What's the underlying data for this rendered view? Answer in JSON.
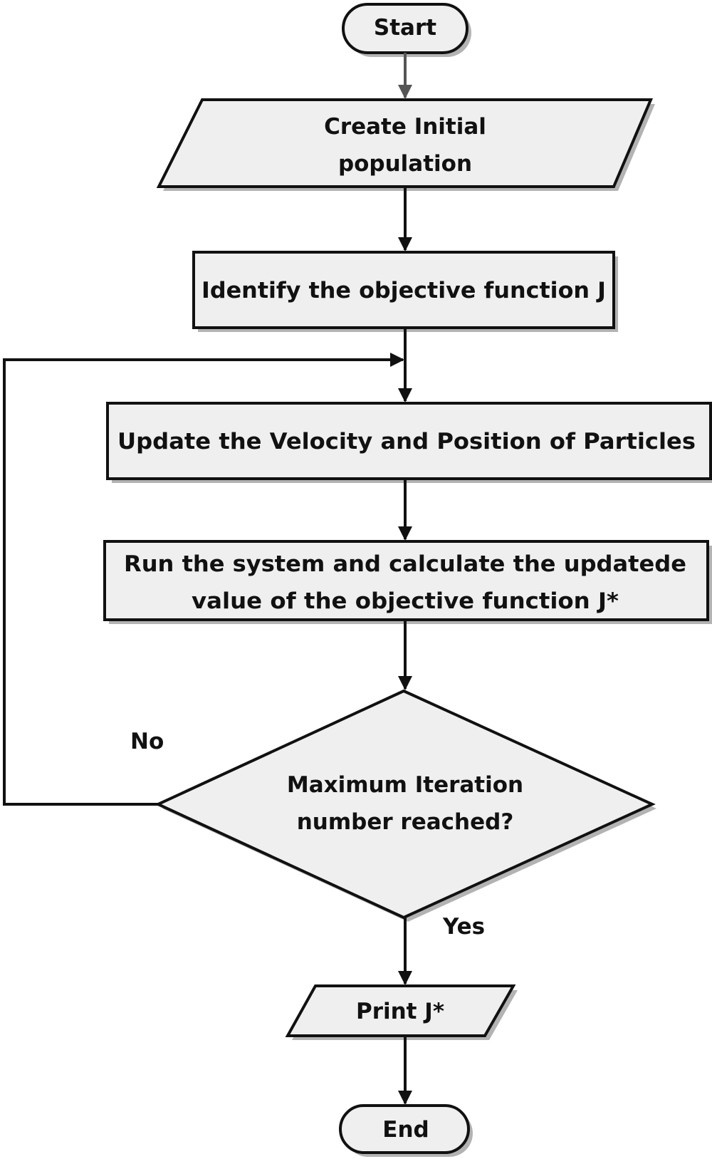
{
  "nodes": {
    "start": {
      "label": "Start"
    },
    "init": {
      "line1": "Create Initial",
      "line2": "population"
    },
    "identify": {
      "label": "Identify the objective function J"
    },
    "update": {
      "label": "Update the Velocity and Position of Particles"
    },
    "run": {
      "line1": "Run the system and calculate the updatede",
      "line2": "value of the objective function J*"
    },
    "decision": {
      "line1": "Maximum Iteration",
      "line2": "number reached?"
    },
    "print": {
      "label": "Print J*"
    },
    "end": {
      "label": "End"
    }
  },
  "edges": {
    "no_label": "No",
    "yes_label": "Yes"
  },
  "colors": {
    "shape_fill": "#efefef",
    "stroke": "#111111",
    "shadow": "#b3b3b3",
    "start_arrow": "#555555"
  }
}
